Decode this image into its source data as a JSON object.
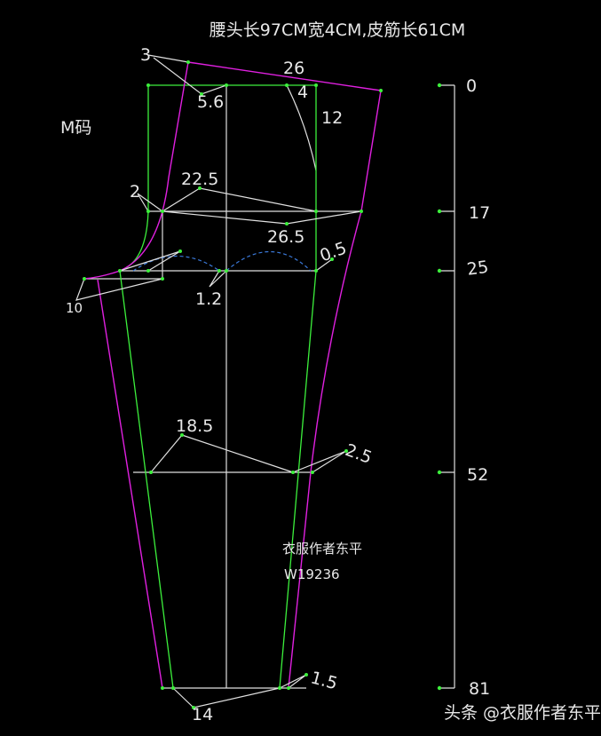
{
  "title": "腰头长97CM宽4CM,皮筋长61CM",
  "size_label": "M码",
  "measurements": {
    "waist_offset": "3",
    "waist_curve": "5.6",
    "waist_width": "26",
    "dart_width": "4",
    "dart_length": "12",
    "crotch_ext": "2",
    "hip_front": "22.5",
    "hip_back": "26.5",
    "side_offset": "0.5",
    "crotch_drop": "10",
    "center_offset": "1.2",
    "knee": "18.5",
    "knee_ext": "2.5",
    "hem": "14",
    "hem_ext": "1.5"
  },
  "scale": {
    "ticks": [
      "0",
      "17",
      "25",
      "52",
      "81"
    ]
  },
  "watermark": {
    "author": "衣服作者东平",
    "code": "W19236",
    "credit": "头条 @衣服作者东平"
  },
  "colors": {
    "background": "#000000",
    "pattern_outline": "#e020e0",
    "construction": "#3cf03c",
    "guide": "#e0e0e0",
    "dashed_curve": "#3a78d8"
  }
}
